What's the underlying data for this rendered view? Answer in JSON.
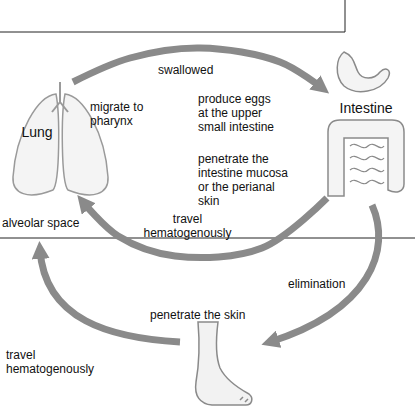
{
  "diagram": {
    "nodes": [
      {
        "text": [
          "Lung"
        ]
      },
      {
        "text": [
          "Intestine"
        ]
      }
    ],
    "edges": [
      {
        "from": 0,
        "to": 1,
        "arrow": "to",
        "label": "swallowed"
      },
      {
        "from": 1,
        "to": 0,
        "arrow": "to",
        "label": "travel hematogenously"
      }
    ],
    "labels": [
      "migrate to pharynx",
      "produce eggs at the upper small intestine",
      "penetrate the intestine mucosa or the perianal skin",
      "alveolar space",
      "elimination",
      "penetrate the skin",
      "travel hematogenously"
    ]
  }
}
